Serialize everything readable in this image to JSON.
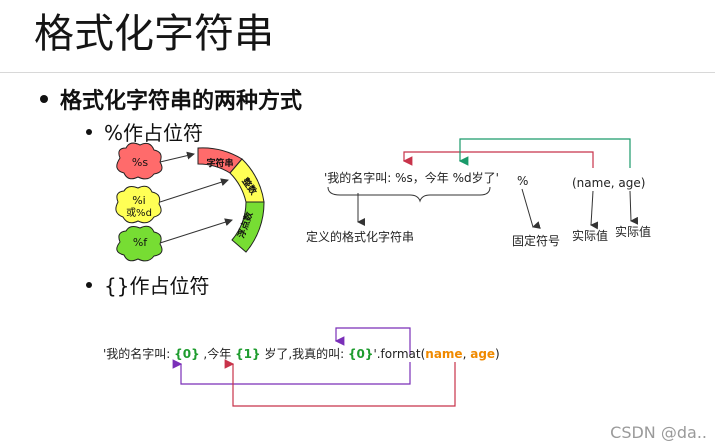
{
  "slide": {
    "title": "格式化字符串",
    "bullet_main": "格式化字符串的两种方式",
    "bullet_percent": "%作占位符",
    "bullet_brace": "{}作占位符"
  },
  "diagram1": {
    "blob_s": "%s",
    "blob_i_line1": "%i",
    "blob_i_line2": "或%d",
    "blob_f": "%f",
    "seg_string": "字符串",
    "seg_int": "整数",
    "seg_float": "浮点数"
  },
  "diagram2": {
    "format_string": "'我的名字叫: %s，今年  %d岁了'",
    "percent_sign": "%",
    "tuple": "(name,   age)",
    "label_defined": "定义的格式化字符串",
    "label_fixed": "固定符号",
    "label_actual1": "实际值",
    "label_actual2": "实际值"
  },
  "diagram3": {
    "part1": "'我的名字叫: ",
    "ph0": "{0}",
    "part2": " ,今年 ",
    "ph1": "{1}",
    "part3": " 岁了,我真的叫:  ",
    "ph0b": "{0}",
    "part4": "'.format(",
    "arg_name": "name",
    "sep": ",   ",
    "arg_age": "age",
    "part5": ")"
  },
  "watermark": "CSDN @da..",
  "colors": {
    "red_arrow": "#c8334a",
    "green_arrow": "#1a9a6a",
    "purple_arrow": "#7a2fb8",
    "blob_red": "#ff6b6b",
    "blob_yellow": "#ffff55",
    "blob_green": "#77dd33",
    "placeholder_green": "#1e9c2e",
    "arg_orange": "#f08a00"
  }
}
